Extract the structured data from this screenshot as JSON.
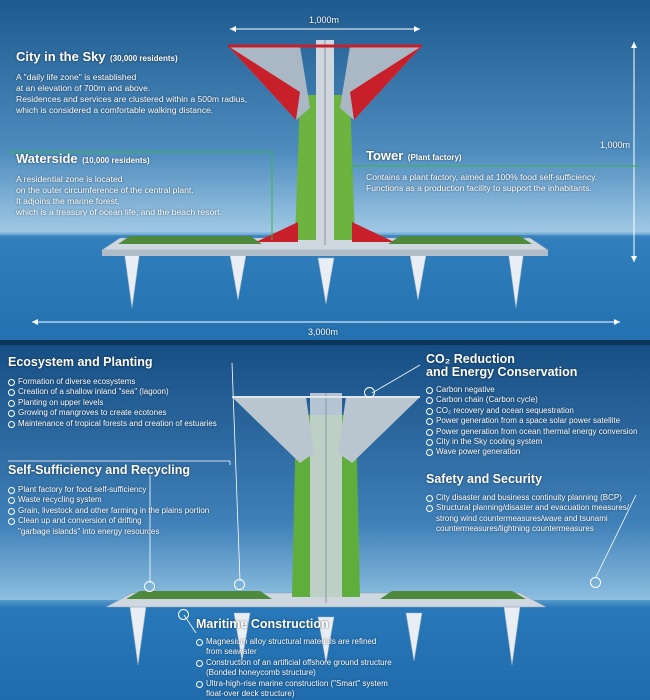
{
  "top": {
    "dim_top": "1,000m",
    "dim_right": "1,000m",
    "dim_bottom": "3,000m",
    "city": {
      "title": "City in the Sky",
      "residents": "(30,000 residents)",
      "lines": [
        "A \"daily life zone\" is established",
        "at an elevation of 700m and above.",
        "Residences and services are clustered within a 500m radius,",
        "which is considered a comfortable walking distance."
      ]
    },
    "waterside": {
      "title": "Waterside",
      "residents": "(10,000 residents)",
      "lines": [
        "A residential zone is located",
        "on the outer circumference of the central plant.",
        "It adjoins the marine forest,",
        "which is a treasury of ocean life, and the beach resort."
      ]
    },
    "tower": {
      "title": "Tower",
      "subtitle": "(Plant factory)",
      "lines": [
        "Contains a plant factory, aimed at 100% food self-sufficiency.",
        "Functions as a production facility to support the inhabitants."
      ]
    }
  },
  "bottom": {
    "ecosystem": {
      "title": "Ecosystem and Planting",
      "items": [
        "Formation of diverse ecosystems",
        "Creation of a shallow inland \"sea\" (lagoon)",
        "Planting on upper levels",
        "Growing of mangroves to create ecotones",
        "Maintenance of tropical forests and creation of estuaries"
      ]
    },
    "self": {
      "title": "Self-Sufficiency and Recycling",
      "items": [
        "Plant factory for food self-sufficiency",
        "Waste recycling system",
        "Grain, livestock and other farming in the plains portion",
        "Clean up and conversion of drifting",
        "\"garbage islands\" into energy resources"
      ]
    },
    "co2": {
      "title_a": "CO₂ Reduction",
      "title_b": "and Energy Conservation",
      "items": [
        "Carbon negative",
        "Carbon chain (Carbon cycle)",
        "CO₂ recovery and ocean sequestration",
        "Power generation from a space solar power satellite",
        "Power generation from ocean thermal energy conversion",
        "City in the Sky cooling system",
        "Wave power generation"
      ]
    },
    "safety": {
      "title": "Safety and Security",
      "items": [
        "City disaster and business continuity planning (BCP)",
        "Structural planning/disaster and evacuation measures/",
        "strong wind countermeasures/wave and tsunami",
        "countermeasures/lightning countermeasures"
      ]
    },
    "maritime": {
      "title": "Maritime Construction",
      "items": [
        "Magnesium alloy structural materials are refined",
        "from seawater",
        "Construction of an artificial offshore ground structure",
        "(Bonded honeycomb structure)",
        "Ultra-high-rise marine construction (\"Smart\" system",
        "float-over deck structure)"
      ]
    }
  },
  "colors": {
    "accent_green": "#39b54a",
    "roof_red": "#c8202a"
  }
}
